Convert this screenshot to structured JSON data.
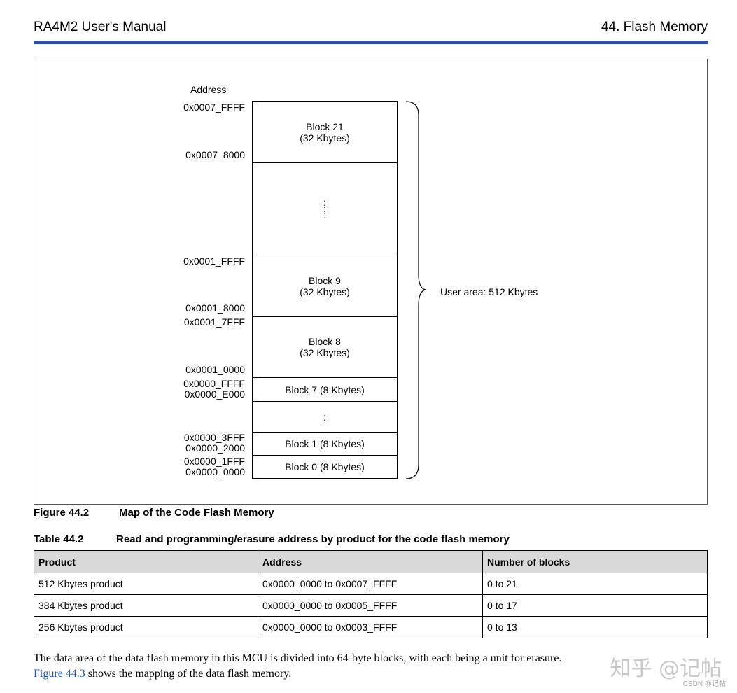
{
  "header": {
    "left": "RA4M2 User's Manual",
    "right": "44. Flash Memory"
  },
  "figure": {
    "address_heading": "Address",
    "addresses": [
      "0x0007_FFFF",
      "0x0007_8000",
      "0x0001_FFFF",
      "0x0001_8000",
      "0x0001_7FFF",
      "0x0001_0000",
      "0x0000_FFFF",
      "0x0000_E000",
      "0x0000_3FFF",
      "0x0000_2000",
      "0x0000_1FFF",
      "0x0000_0000"
    ],
    "blocks": {
      "b21_name": "Block 21",
      "b21_size": "(32 Kbytes)",
      "dots_vertical": ":\n:\n:",
      "b9_name": "Block 9",
      "b9_size": "(32 Kbytes)",
      "b8_name": "Block 8",
      "b8_size": "(32 Kbytes)",
      "b7": "Block 7 (8 Kbytes)",
      "dots_small": ":",
      "b1": "Block 1 (8 Kbytes)",
      "b0": "Block 0 (8 Kbytes)"
    },
    "user_area": "User area: 512 Kbytes",
    "caption_number": "Figure 44.2",
    "caption_text": "Map of the Code Flash Memory"
  },
  "table": {
    "caption_number": "Table 44.2",
    "caption_text": "Read and programming/erasure address by product for the code flash memory",
    "headers": [
      "Product",
      "Address",
      "Number of blocks"
    ],
    "rows": [
      [
        "512 Kbytes product",
        "0x0000_0000 to 0x0007_FFFF",
        "0 to 21"
      ],
      [
        "384 Kbytes product",
        "0x0000_0000 to 0x0005_FFFF",
        "0 to 17"
      ],
      [
        "256 Kbytes product",
        "0x0000_0000 to 0x0003_FFFF",
        "0 to 13"
      ]
    ]
  },
  "paragraph": {
    "text1": "The data area of the data flash memory in this MCU is divided into 64-byte blocks, with each being a unit for erasure.",
    "link": "Figure 44.3",
    "text2": " shows the mapping of the data flash memory."
  },
  "watermark": {
    "main": "知乎 @记帖",
    "small": "CSDN @记帖"
  }
}
